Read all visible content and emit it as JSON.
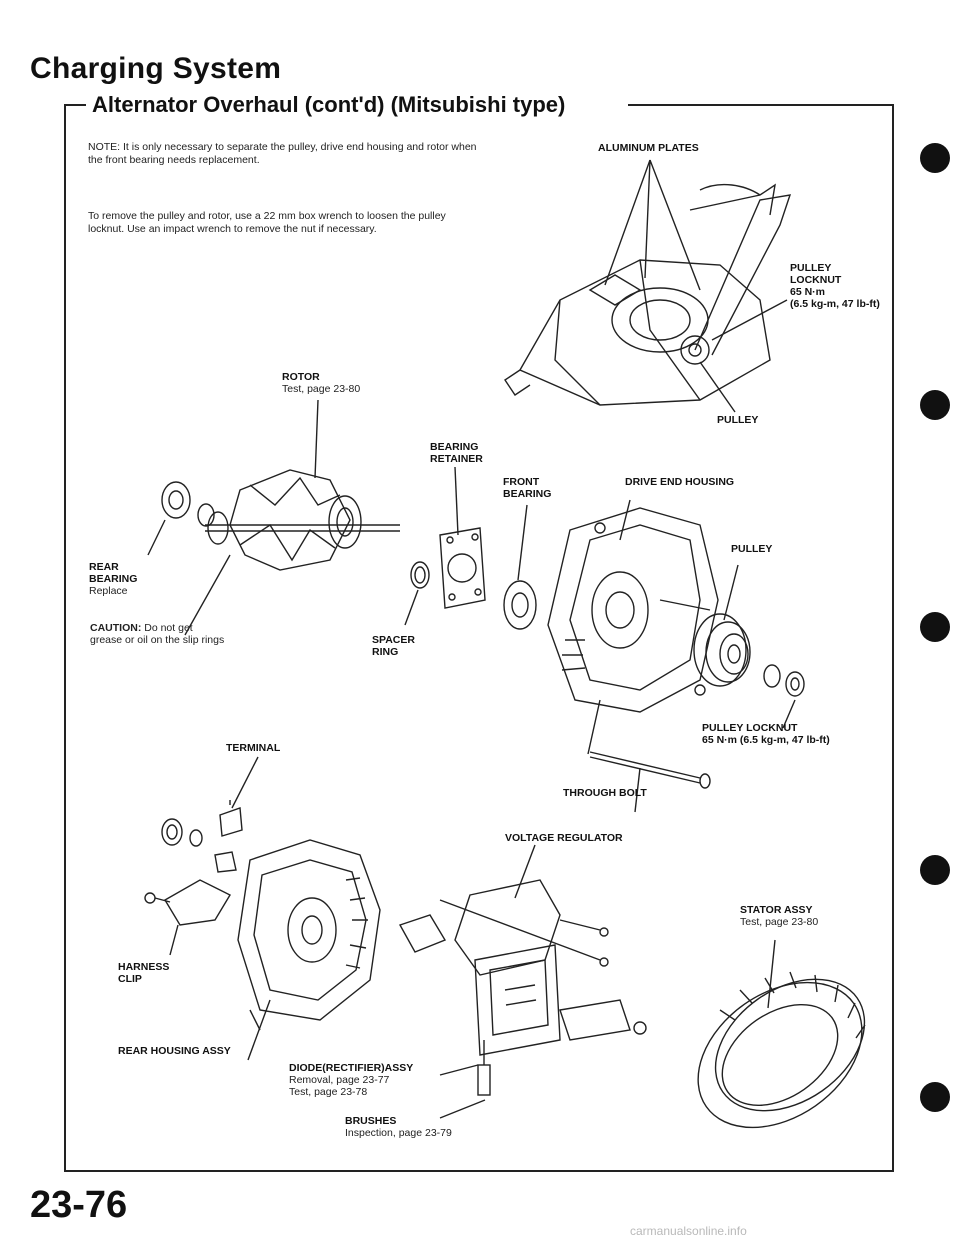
{
  "header": {
    "title": "Charging System",
    "subtitle": "Alternator Overhaul (cont'd) (Mitsubishi type)"
  },
  "notes": {
    "note1": "NOTE: It is only necessary to separate the pulley, drive end housing and rotor when the front bearing needs replacement.",
    "note2": "To remove the pulley and rotor, use a 22 mm box wrench to loosen the pulley locknut. Use an impact wrench to remove the nut if necessary."
  },
  "labels": {
    "aluminum_plates": "ALUMINUM PLATES",
    "pulley_locknut_top": "PULLEY\nLOCKNUT\n65 N·m\n(6.5 kg-m, 47 lb-ft)",
    "pulley_top": "PULLEY",
    "rotor": "ROTOR",
    "rotor_test": "Test, page 23-80",
    "bearing_retainer": "BEARING\nRETAINER",
    "front_bearing": "FRONT\nBEARING",
    "drive_end_housing": "DRIVE END HOUSING",
    "pulley_mid": "PULLEY",
    "rear_bearing": "REAR\nBEARING",
    "rear_bearing_note": "Replace",
    "caution_label": "CAUTION:",
    "caution_text": " Do not get\ngrease or oil on the slip rings",
    "spacer_ring": "SPACER\nRING",
    "terminal": "TERMINAL",
    "pulley_locknut_mid": "PULLEY LOCKNUT\n65 N·m (6.5 kg-m, 47 lb-ft)",
    "through_bolt": "THROUGH BOLT",
    "voltage_regulator": "VOLTAGE REGULATOR",
    "stator_assy": "STATOR ASSY",
    "stator_test": "Test, page 23-80",
    "harness_clip": "HARNESS\nCLIP",
    "rear_housing_assy": "REAR HOUSING ASSY",
    "diode_assy": "DIODE(RECTIFIER)ASSY",
    "diode_removal": "Removal, page 23-77",
    "diode_test": "Test, page 23-78",
    "brushes": "BRUSHES",
    "brushes_inspection": "Inspection, page 23-79"
  },
  "footer": {
    "page_number": "23-76",
    "watermark": "carmanualsonline.info"
  }
}
